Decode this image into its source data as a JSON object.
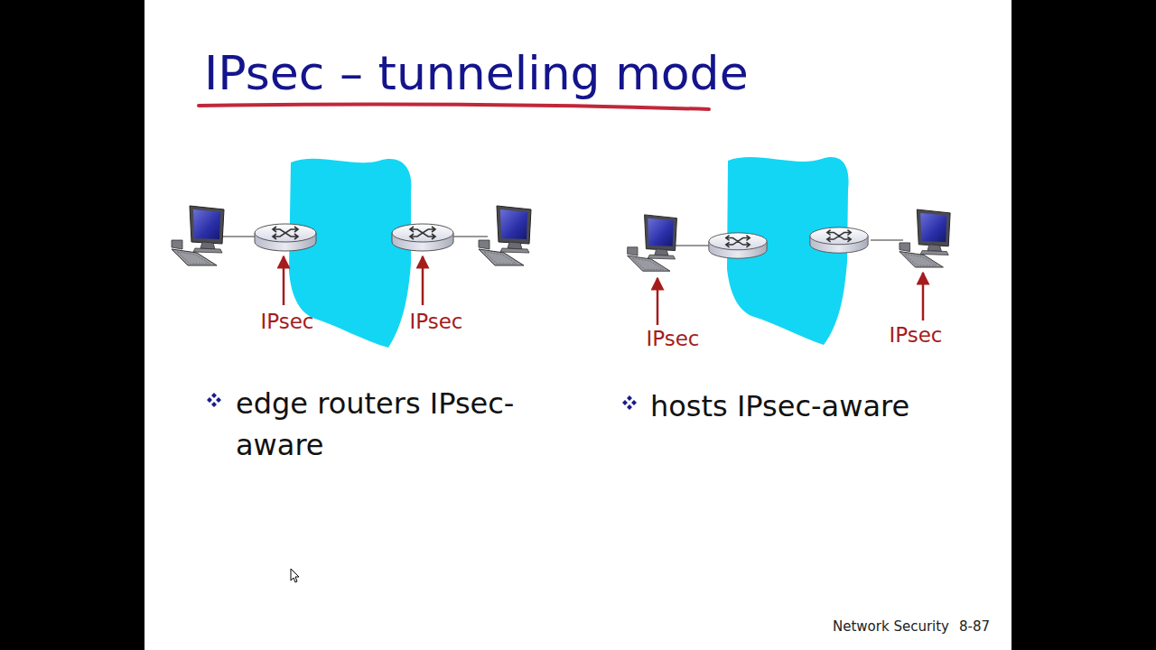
{
  "diagram": {
    "title": "IPsec – tunneling mode",
    "labels": [
      "IPsec",
      "IPsec",
      "IPsec",
      "IPsec",
      "edge routers IPsec-aware",
      "hosts IPsec-aware",
      "Network Security",
      "8-87"
    ]
  }
}
